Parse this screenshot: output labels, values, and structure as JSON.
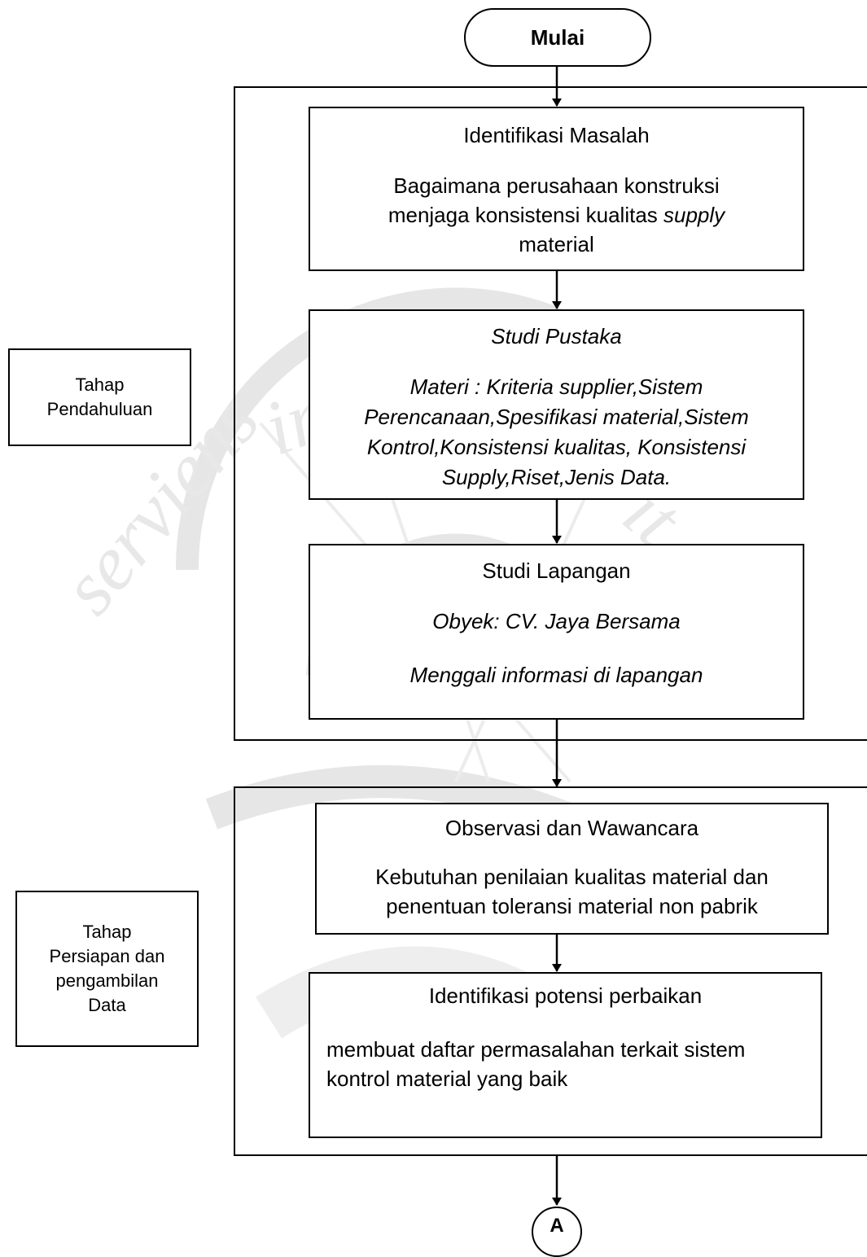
{
  "start": "Mulai",
  "end_connector": "A",
  "phase1": {
    "label_line1": "Tahap",
    "label_line2": "Pendahuluan",
    "identifikasi": {
      "title": "Identifikasi Masalah",
      "line1": "Bagaimana perusahaan konstruksi",
      "line2_a": "menjaga konsistensi kualitas ",
      "line2_b": "supply",
      "line3": "material"
    },
    "studi_pustaka": {
      "title": "Studi Pustaka",
      "line1": "Materi : Kriteria supplier,Sistem",
      "line2": "Perencanaan,Spesifikasi material,Sistem",
      "line3": "Kontrol,Konsistensi kualitas, Konsistensi",
      "line4": "Supply,Riset,Jenis Data."
    },
    "studi_lapangan": {
      "title": "Studi Lapangan",
      "line1": "Obyek:  CV. Jaya Bersama",
      "line2": "Menggali informasi di lapangan"
    }
  },
  "phase2": {
    "label_line1": "Tahap",
    "label_line2": "Persiapan dan",
    "label_line3": "pengambilan",
    "label_line4": "Data",
    "observasi": {
      "title": "Observasi dan Wawancara",
      "line1": "Kebutuhan penilaian kualitas material dan",
      "line2": "penentuan toleransi material non pabrik"
    },
    "potensi": {
      "title": "Identifikasi potensi perbaikan",
      "line1": "membuat daftar permasalahan terkait sistem",
      "line2": "kontrol material yang  baik"
    }
  }
}
